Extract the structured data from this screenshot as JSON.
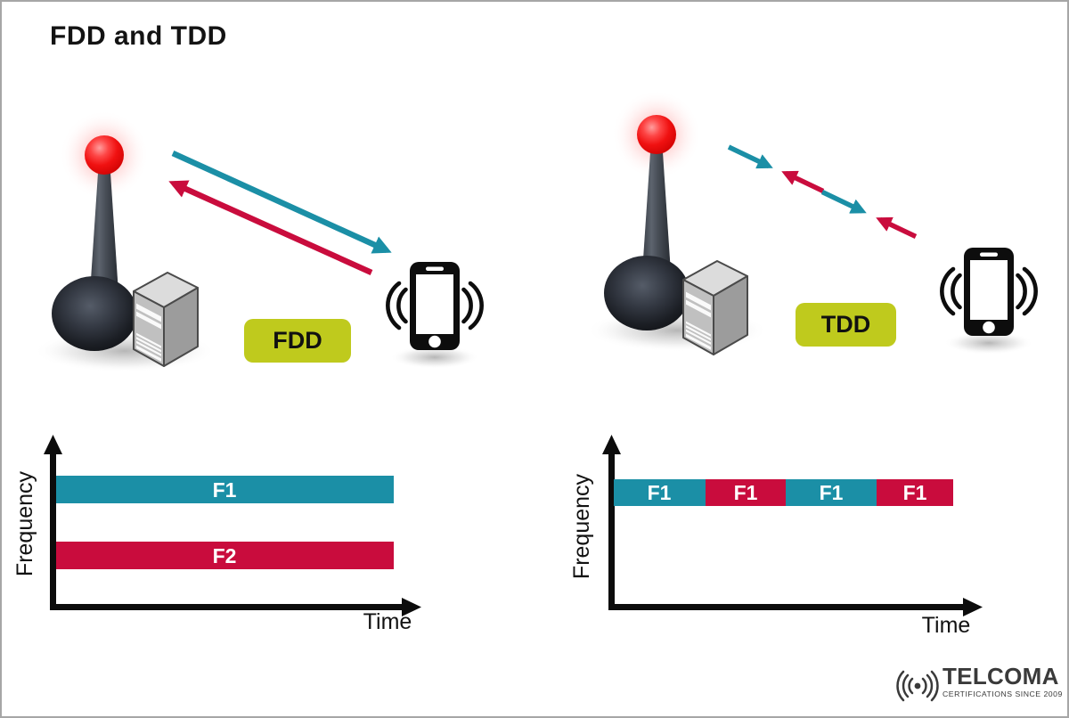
{
  "title": "FDD and TDD",
  "palette": {
    "teal": "#1b8fa6",
    "crimson": "#c90c3d",
    "label_bg": "#bfca1d",
    "ink": "#121212",
    "logo_ink": "#3a3a3a"
  },
  "icons": {
    "base_station": "radio-tower-icon",
    "server": "server-box-icon",
    "phone": "vibrating-smartphone-icon",
    "logo": "radio-waves-icon"
  },
  "fdd_scene": {
    "label": "FDD"
  },
  "tdd_scene": {
    "label": "TDD"
  },
  "chart_data": [
    {
      "id": "fdd-frequency-vs-time",
      "type": "bar",
      "xlabel": "Time",
      "ylabel": "Frequency",
      "grid": false,
      "legend": false,
      "bands": [
        {
          "label": "F1",
          "color": "#1b8fa6"
        },
        {
          "label": "F2",
          "color": "#c90c3d"
        }
      ]
    },
    {
      "id": "tdd-frequency-vs-time",
      "type": "bar",
      "xlabel": "Time",
      "ylabel": "Frequency",
      "grid": false,
      "legend": false,
      "slots": [
        {
          "label": "F1",
          "color": "#1b8fa6"
        },
        {
          "label": "F1",
          "color": "#c90c3d"
        },
        {
          "label": "F1",
          "color": "#1b8fa6"
        },
        {
          "label": "F1",
          "color": "#c90c3d"
        }
      ]
    }
  ],
  "logo": {
    "name": "TELCOMA",
    "tagline": "CERTIFICATIONS SINCE 2009"
  }
}
